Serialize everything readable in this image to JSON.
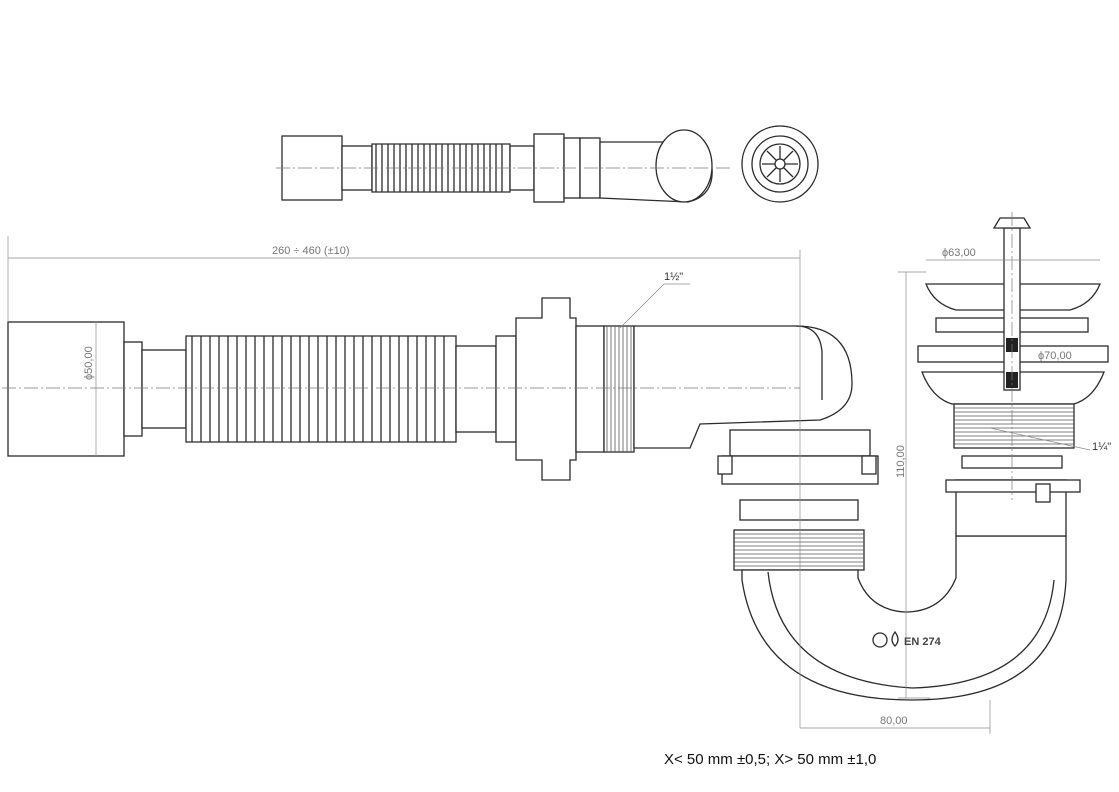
{
  "dimensions": {
    "length_range": "260 ÷ 460 (±10)",
    "outlet_diameter": "ϕ50,00",
    "thread_outlet": "1½\"",
    "thread_inlet": "1¼\"",
    "waste_diameter_top": "ϕ63,00",
    "waste_diameter_flange": "ϕ70,00",
    "height": "110,00",
    "width": "80,00"
  },
  "certification": "EN 274",
  "tolerance_note": "X< 50 mm ±0,5; X> 50 mm ±1,0",
  "colors": {
    "line": "#2b2b2b",
    "dimension": "#8a8a8a",
    "background": "#ffffff"
  }
}
